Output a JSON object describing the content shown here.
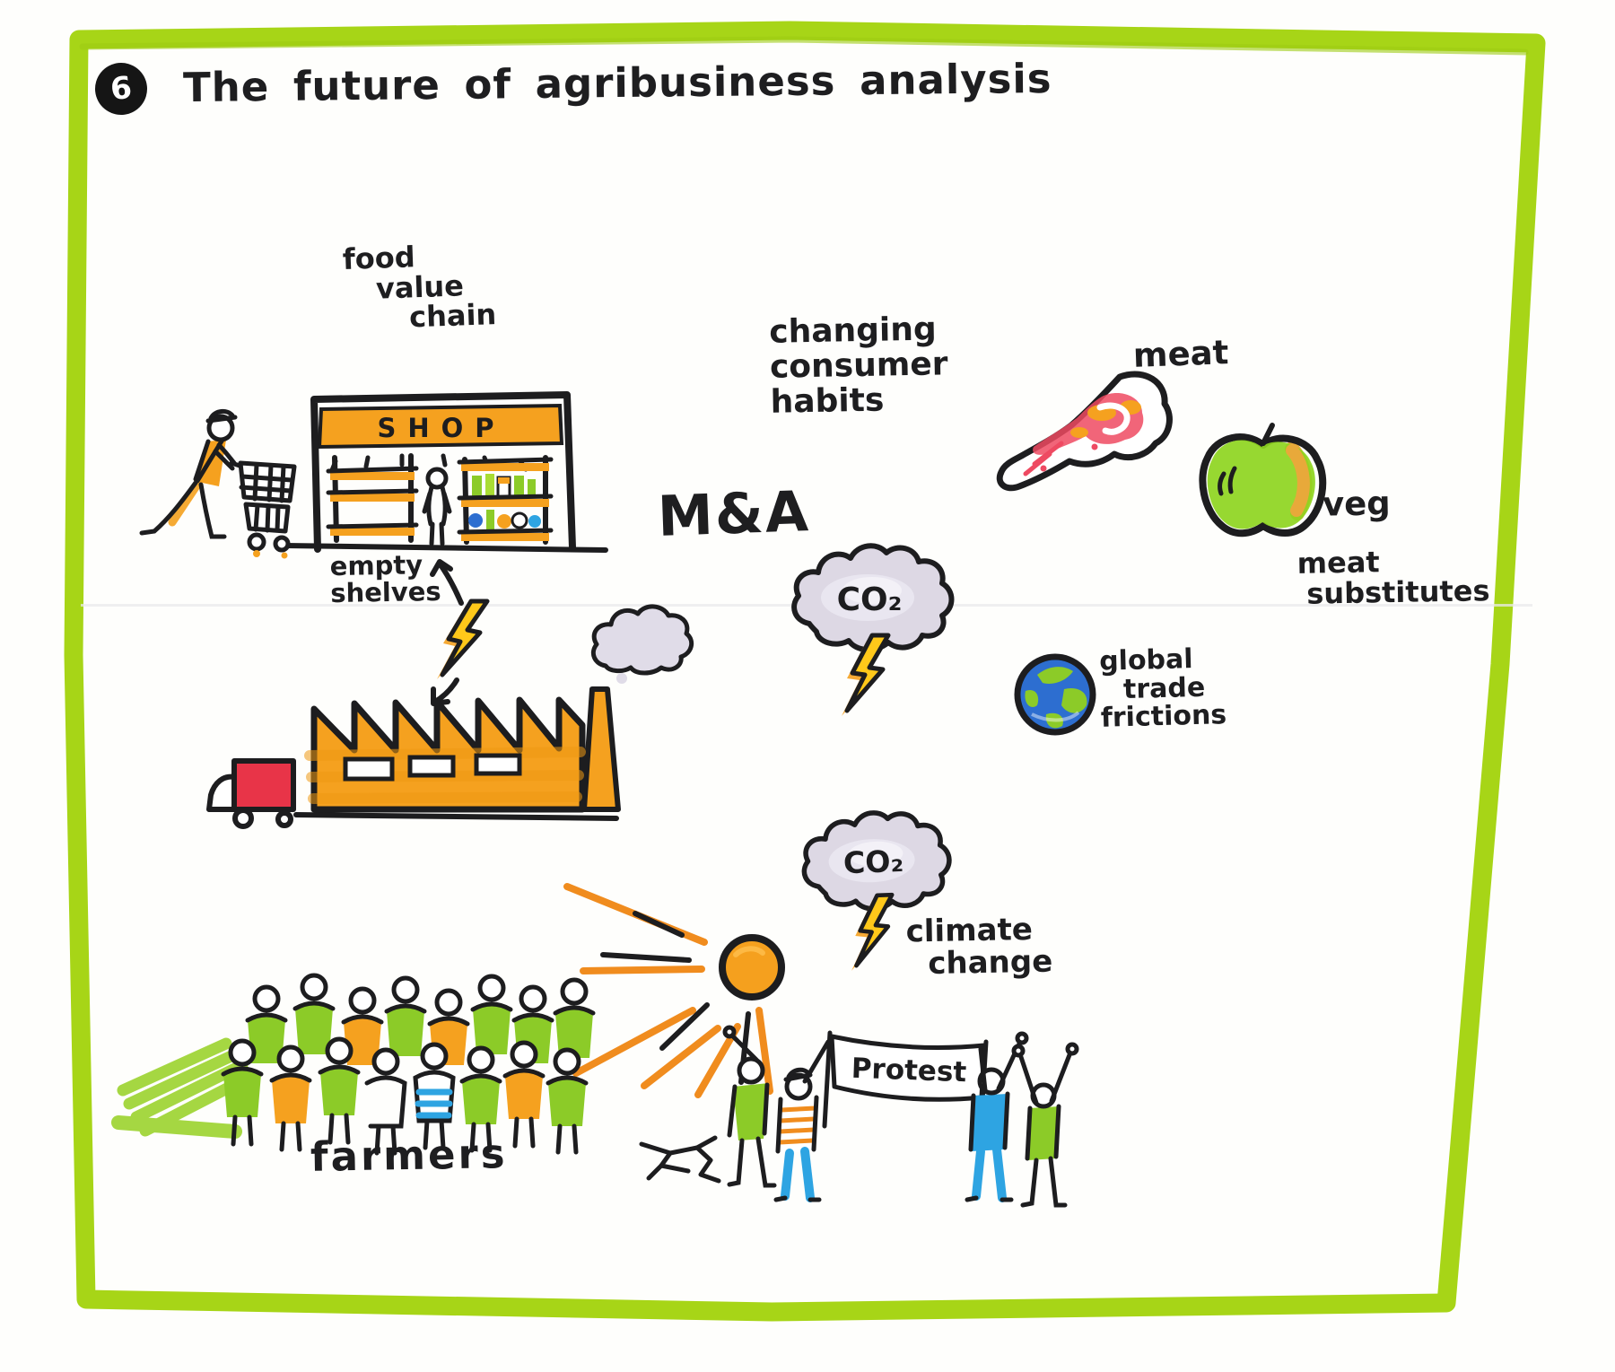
{
  "badge": "6",
  "title": "The future of agribusiness analysis",
  "labels": {
    "food_value_chain": [
      "food",
      "value",
      "chain"
    ],
    "shop_sign": "SHOP",
    "empty_shelves": [
      "empty",
      "shelves"
    ],
    "ma": "M&A",
    "consumer_habits": [
      "changing",
      "consumer",
      "habits"
    ],
    "co2": "CO₂",
    "meat": "meat",
    "veg": "veg",
    "meat_substitutes": [
      "meat",
      "substitutes"
    ],
    "global_trade": [
      "global",
      "trade",
      "frictions"
    ],
    "climate_change": [
      "climate",
      "change"
    ],
    "protest_banner": "Protest",
    "farmers": "farmers"
  },
  "colors": {
    "frame_green": "#a7d517",
    "marker_orange": "#f5a11f",
    "marker_green": "#8ccb28",
    "marker_lime": "#9cd32e",
    "marker_blue": "#2ea4e2",
    "marker_red": "#e83448",
    "meat_red": "#ee4a62",
    "lightning_yellow": "#ffc81a",
    "cloud_grey": "#ddd8e4",
    "globe_blue": "#2d6ed0",
    "ink_black": "#1d1d1f"
  }
}
